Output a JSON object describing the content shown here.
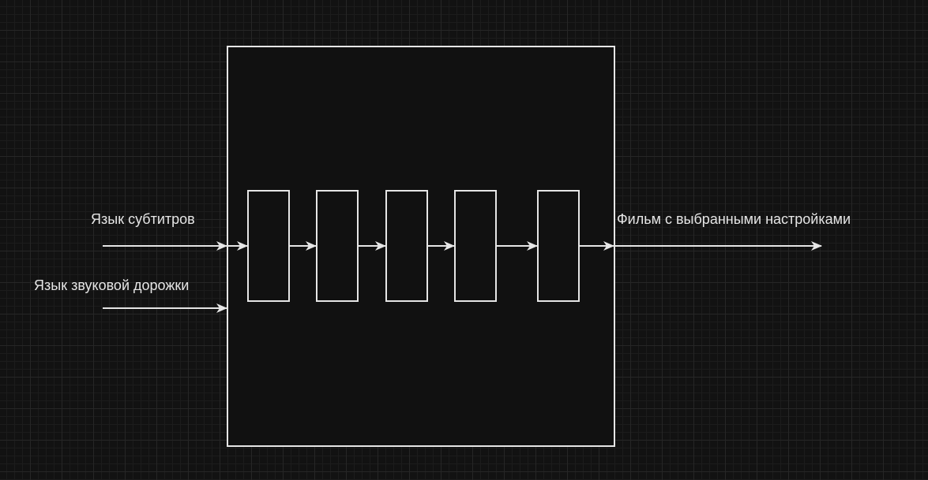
{
  "inputs": {
    "subtitle_language": "Язык субтитров",
    "audio_language": "Язык звуковой дорожки"
  },
  "output": {
    "label": "Фильм с выбранными настройками"
  },
  "colors": {
    "background": "#121212",
    "stroke": "#e6e6e6",
    "text": "#e6e6e6"
  }
}
